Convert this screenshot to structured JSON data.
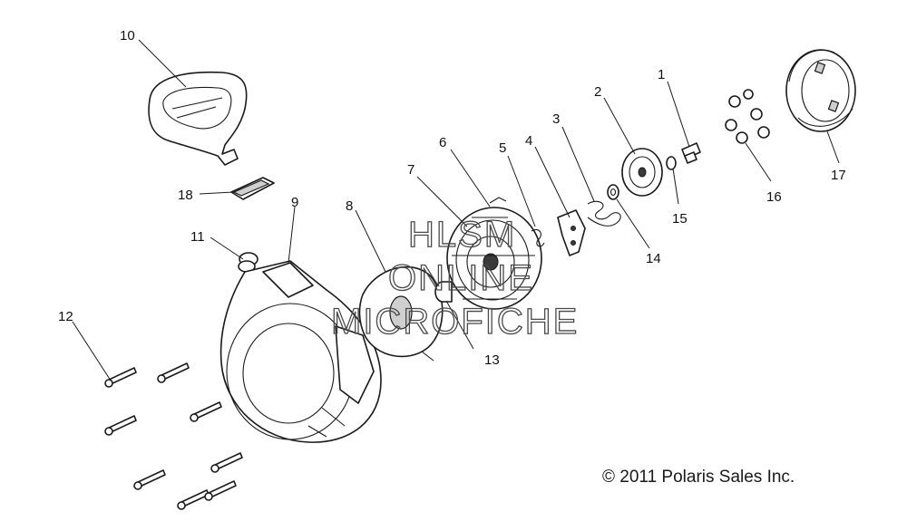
{
  "callouts": {
    "c1": "1",
    "c2": "2",
    "c3": "3",
    "c4": "4",
    "c5": "5",
    "c6": "6",
    "c7": "7",
    "c8": "8",
    "c9": "9",
    "c10": "10",
    "c11": "11",
    "c12": "12",
    "c13": "13",
    "c14": "14",
    "c15": "15",
    "c16": "16",
    "c17": "17",
    "c18": "18"
  },
  "watermark": {
    "line1": "HLSM",
    "line2": "ONLINE",
    "line3": "MICROFICHE"
  },
  "copyright": "© 2011 Polaris Sales Inc.",
  "colors": {
    "ink": "#1a1a1a",
    "background": "#ffffff",
    "watermark": "#4a4a4a"
  }
}
